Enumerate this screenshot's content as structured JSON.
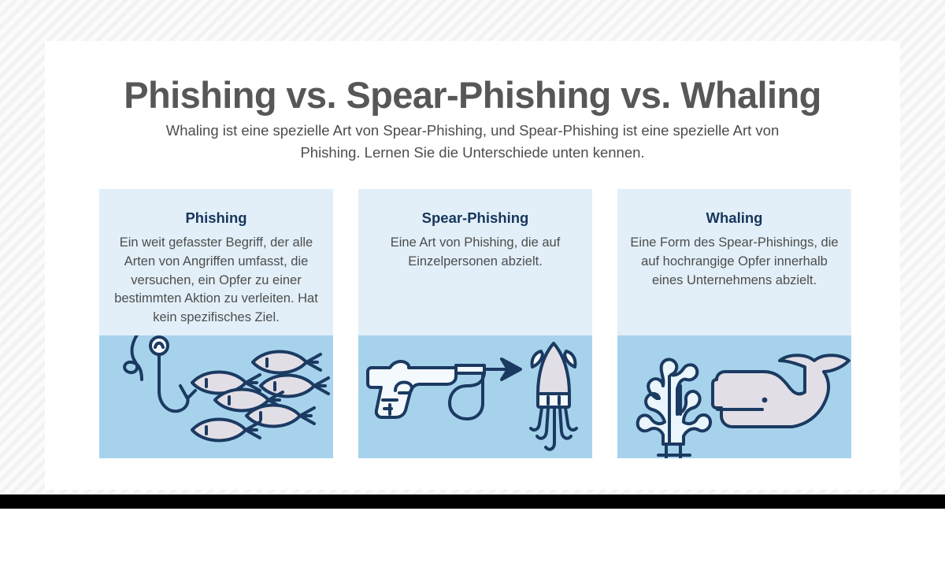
{
  "header": {
    "title": "Phishing vs. Spear-Phishing vs. Whaling",
    "subtitle": "Whaling ist eine spezielle Art von Spear-Phishing, und Spear-Phishing ist eine spezielle Art von Phishing. Lernen Sie die Unterschiede unten kennen."
  },
  "colors": {
    "title_gray": "#575757",
    "body_gray": "#4d4d4d",
    "card_heading_navy": "#17365c",
    "card_background": "#e2eff8",
    "water_blue": "#a7d2ec",
    "outline_navy": "#1b3a61",
    "creature_fill": "#e2dee6",
    "coral_fill": "#eaf5fc",
    "gun_fill": "#f3f9fd",
    "page_background": "#f7f7f7",
    "panel_background": "#ffffff",
    "bottom_bar": "#000000"
  },
  "cards": [
    {
      "id": "phishing",
      "title": "Phishing",
      "description": "Ein weit gefasster Begriff, der alle Arten von Angriffen umfasst, die versuchen, ein Opfer zu einer bestimmten Aktion zu verleiten. Hat kein spezifisches Ziel.",
      "illustration": "fishing-hook-and-school-of-fish-illustration",
      "illustration_elements": [
        "fishing-line",
        "fishing-hook",
        "fish"
      ],
      "fish_count": 6
    },
    {
      "id": "spear-phishing",
      "title": "Spear-Phishing",
      "description": "Eine Art von Phishing, die auf Einzelpersonen abzielt.",
      "illustration": "speargun-aiming-at-squid-illustration",
      "illustration_elements": [
        "speargun",
        "harpoon",
        "squid"
      ],
      "fish_count": 1
    },
    {
      "id": "whaling",
      "title": "Whaling",
      "description": "Eine Form des Spear-Phishings, die auf hochrangige Opfer innerhalb eines Unternehmens abzielt.",
      "illustration": "sperm-whale-and-coral-illustration",
      "illustration_elements": [
        "coral",
        "whale"
      ],
      "fish_count": 1
    }
  ]
}
